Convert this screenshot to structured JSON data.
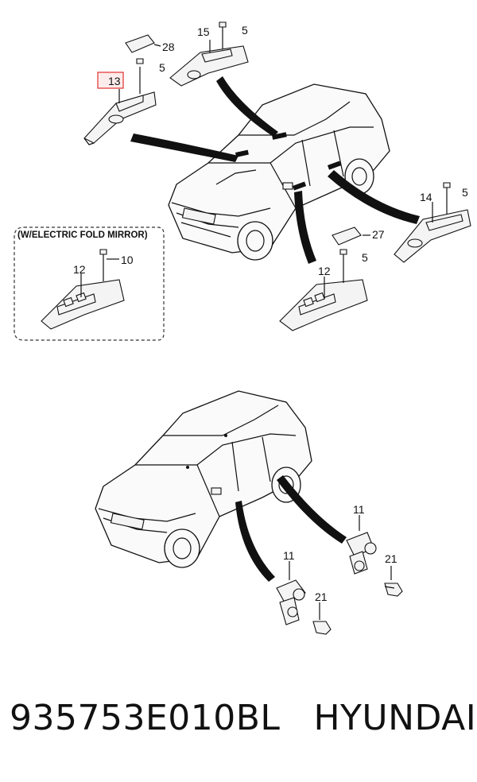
{
  "callouts": {
    "c28": "28",
    "c15": "15",
    "c5a": "5",
    "c5b": "5",
    "c13": "13",
    "c14": "14",
    "c5c": "5",
    "c27": "27",
    "c5d": "5",
    "c12a": "12",
    "c12b": "12",
    "c10": "10",
    "c11a": "11",
    "c11b": "11",
    "c21a": "21",
    "c21b": "21"
  },
  "inset": {
    "title": "(W/ELECTRIC FOLD MIRROR)"
  },
  "footer": {
    "part_number": "935753E010BL",
    "brand": "HYUNDAI"
  },
  "colors": {
    "highlight": "#e03030",
    "line": "#111111"
  }
}
